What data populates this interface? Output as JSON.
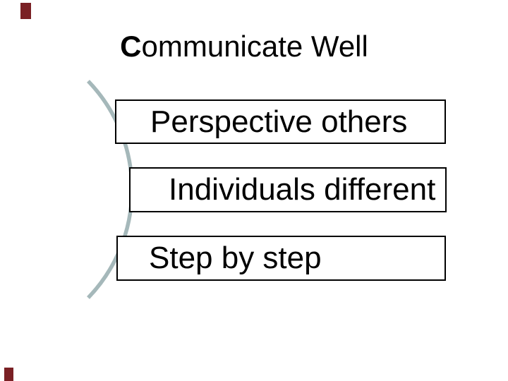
{
  "slide": {
    "title": {
      "lead": "C",
      "rest": "ommunicate Well"
    },
    "boxes": [
      {
        "label": "Perspective others"
      },
      {
        "label": "Individuals different"
      },
      {
        "label": "Step by step"
      }
    ],
    "decorations": {
      "arc_color": "#a5b8ba",
      "box_border_color": "#000000",
      "text_color": "#000000",
      "corner_mark_color": "#7a2024",
      "background_color": "#ffffff"
    }
  }
}
